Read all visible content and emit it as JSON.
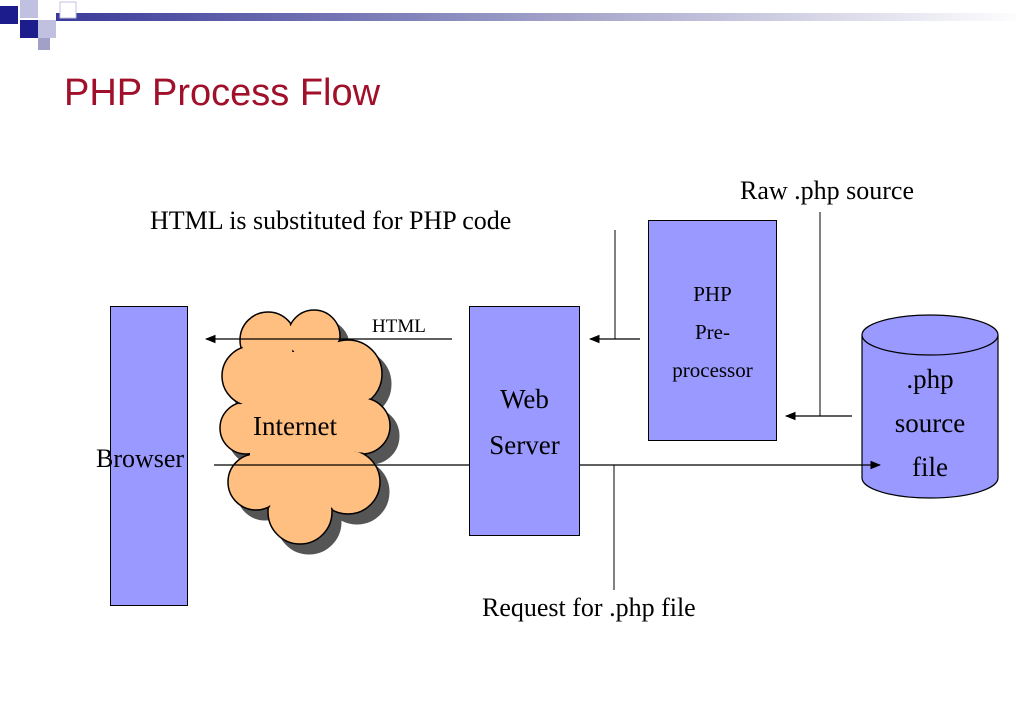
{
  "slide": {
    "title": "PHP Process Flow"
  },
  "diagram": {
    "browser_label": "Browser",
    "internet_label": "Internet",
    "web_server_label_line1": "Web",
    "web_server_label_line2": "Server",
    "php_preprocessor_line1": "PHP",
    "php_preprocessor_line2": "Pre-",
    "php_preprocessor_line3": "processor",
    "source_file_line1": ".php",
    "source_file_line2": "source",
    "source_file_line3": "file",
    "html_arrow_label": "HTML",
    "html_substituted_label": "HTML is substituted for PHP code",
    "raw_source_label": "Raw .php source",
    "request_label": "Request for .php file"
  },
  "colors": {
    "title": "#a0102a",
    "box_fill": "#9999ff",
    "cloud_fill": "#ffbf80",
    "accent_navy": "#1c1c8c",
    "accent_gray": "#a0a0c8"
  }
}
